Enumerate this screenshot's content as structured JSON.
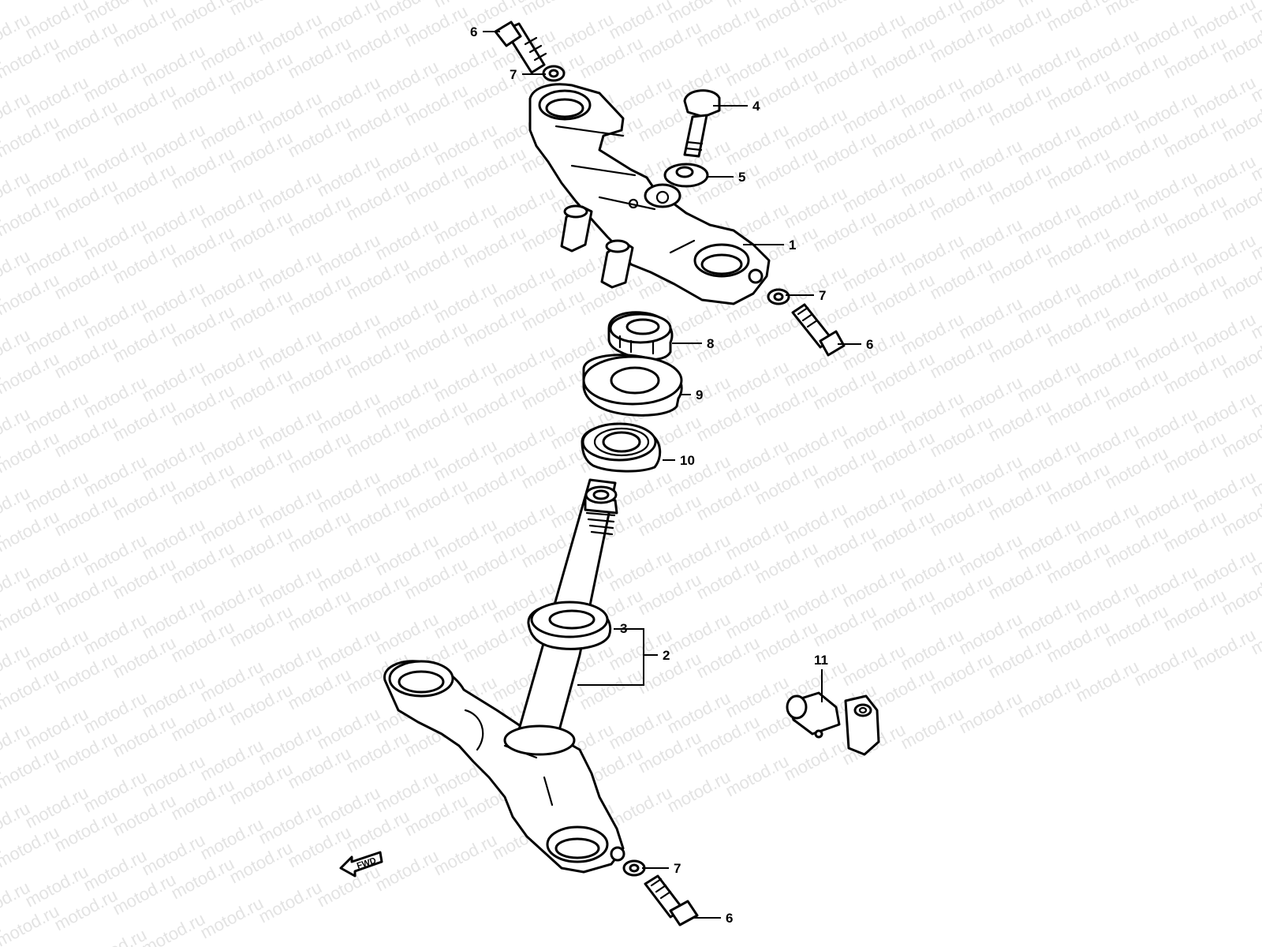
{
  "watermark": {
    "text": "motod.ru",
    "color": "#e3e3e3"
  },
  "callouts": [
    {
      "id": "c6a",
      "label": "6"
    },
    {
      "id": "c7a",
      "label": "7"
    },
    {
      "id": "c4",
      "label": "4"
    },
    {
      "id": "c5",
      "label": "5"
    },
    {
      "id": "c1",
      "label": "1"
    },
    {
      "id": "c7b",
      "label": "7"
    },
    {
      "id": "c6b",
      "label": "6"
    },
    {
      "id": "c8",
      "label": "8"
    },
    {
      "id": "c9",
      "label": "9"
    },
    {
      "id": "c10",
      "label": "10"
    },
    {
      "id": "c3",
      "label": "3"
    },
    {
      "id": "c2",
      "label": "2"
    },
    {
      "id": "c11",
      "label": "11"
    },
    {
      "id": "c7c",
      "label": "7"
    },
    {
      "id": "c6c",
      "label": "6"
    }
  ],
  "fwd_marker": {
    "text": "FWD",
    "icon": "direction-arrow-icon"
  }
}
